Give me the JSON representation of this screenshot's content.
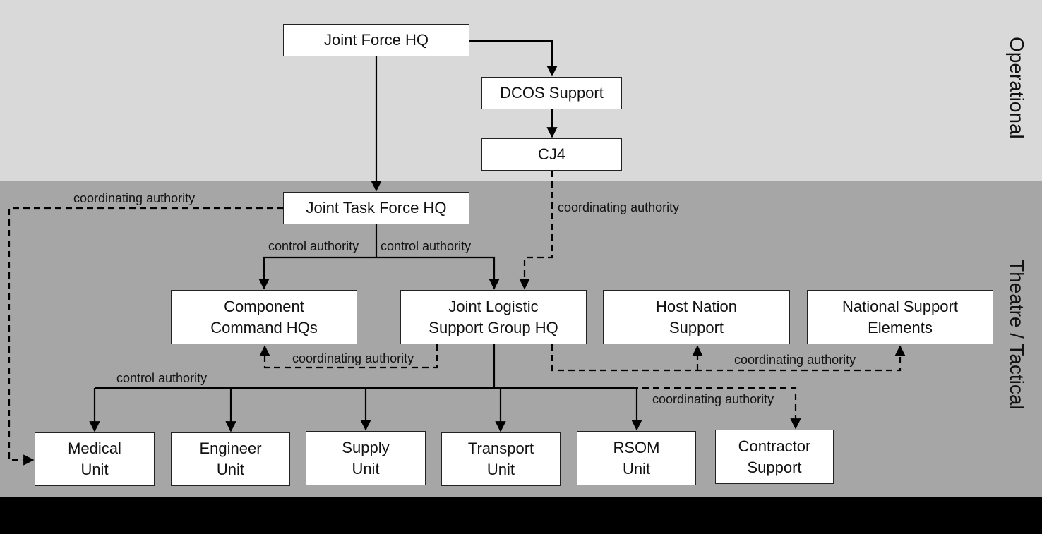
{
  "levels": {
    "operational": "Operational",
    "tactical": "Theatre / Tactical"
  },
  "nodes": {
    "jfhq": "Joint Force HQ",
    "dcos": "DCOS Support",
    "cj4": "CJ4",
    "jtfhq": "Joint Task Force HQ",
    "cchq_l1": "Component",
    "cchq_l2": "Command HQs",
    "jlsg_l1": "Joint Logistic",
    "jlsg_l2": "Support Group HQ",
    "hns_l1": "Host Nation",
    "hns_l2": "Support",
    "nse_l1": "National Support",
    "nse_l2": "Elements",
    "medical_l1": "Medical",
    "medical_l2": "Unit",
    "engineer_l1": "Engineer",
    "engineer_l2": "Unit",
    "supply_l1": "Supply",
    "supply_l2": "Unit",
    "transport_l1": "Transport",
    "transport_l2": "Unit",
    "rsom_l1": "RSOM",
    "rsom_l2": "Unit",
    "contractor_l1": "Contractor",
    "contractor_l2": "Support"
  },
  "edge_labels": {
    "jtf_coord": "coordinating authority",
    "cj4_coord": "coordinating authority",
    "ctrl_left": "control authority",
    "ctrl_right": "control authority",
    "cchq_coord": "coordinating authority",
    "hns_coord": "coordinating authority",
    "units_ctrl": "control authority",
    "contractor_coord": "coordinating authority"
  },
  "colors": {
    "operational_band": "#d9d9d9",
    "tactical_band": "#a6a6a6",
    "footer": "#000000",
    "node_fill": "#ffffff",
    "line": "#000000"
  }
}
